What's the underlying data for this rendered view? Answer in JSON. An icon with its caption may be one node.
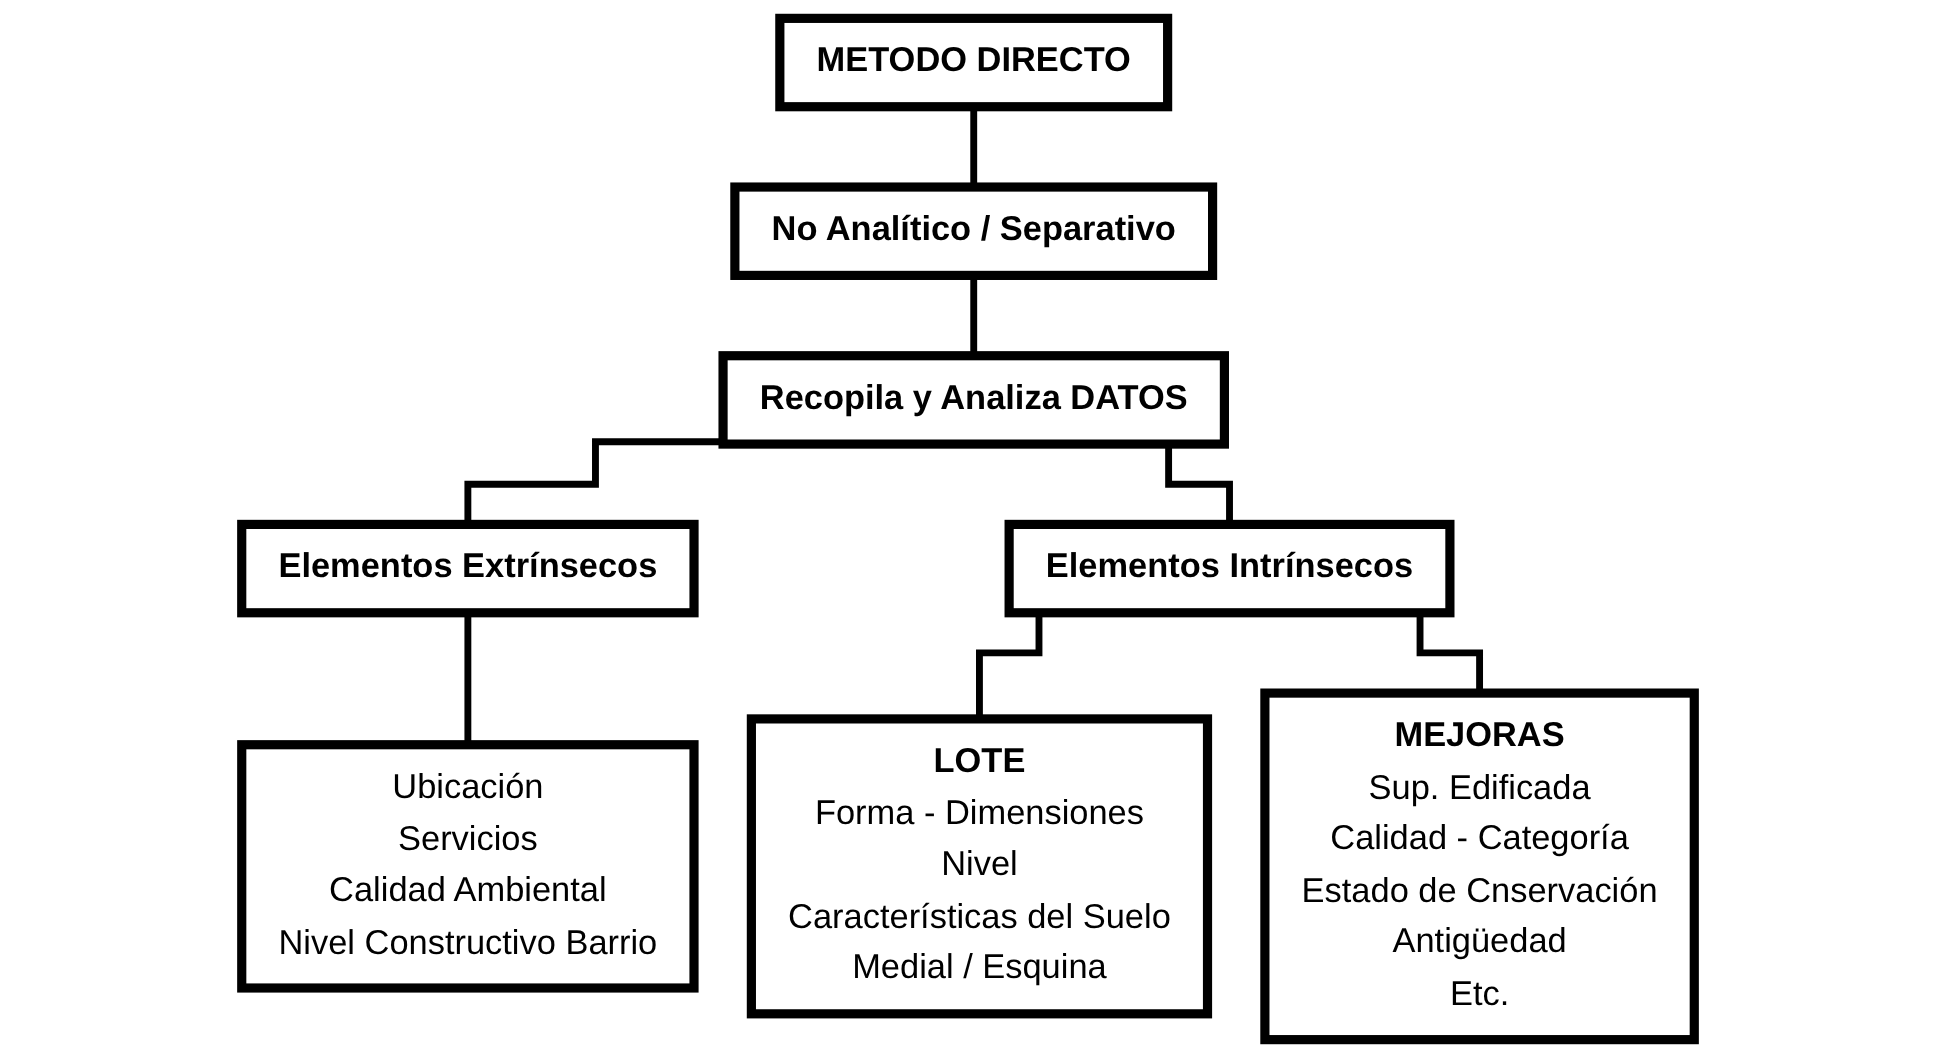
{
  "diagram": {
    "nodes": [
      {
        "text": [
          "METODO DIRECTO"
        ]
      },
      {
        "text": [
          "No Analítico / Separativo"
        ]
      },
      {
        "text": [
          "Recopila y Analiza DATOS"
        ]
      },
      {
        "text": [
          "Elementos Extrínsecos"
        ]
      },
      {
        "text": [
          "Elementos Intrínsecos"
        ]
      },
      {
        "text": [
          "Ubicación",
          "Servicios",
          "Calidad Ambiental",
          "Nivel Constructivo Barrio"
        ]
      },
      {
        "text": [
          "LOTE",
          "Forma - Dimensiones",
          "Nivel",
          "Características del Suelo",
          "Medial / Esquina"
        ]
      },
      {
        "text": [
          "MEJORAS",
          "Sup. Edificada",
          "Calidad - Categoría",
          "Estado de Cnservación",
          "Antigüedad",
          "Etc."
        ]
      }
    ],
    "edges": [
      {
        "from": 0,
        "to": 1,
        "arrow": "none"
      },
      {
        "from": 1,
        "to": 2,
        "arrow": "none"
      },
      {
        "from": 2,
        "to": 3,
        "arrow": "none"
      },
      {
        "from": 2,
        "to": 4,
        "arrow": "none"
      },
      {
        "from": 3,
        "to": 5,
        "arrow": "none"
      },
      {
        "from": 4,
        "to": 6,
        "arrow": "none"
      },
      {
        "from": 4,
        "to": 7,
        "arrow": "none"
      }
    ]
  }
}
